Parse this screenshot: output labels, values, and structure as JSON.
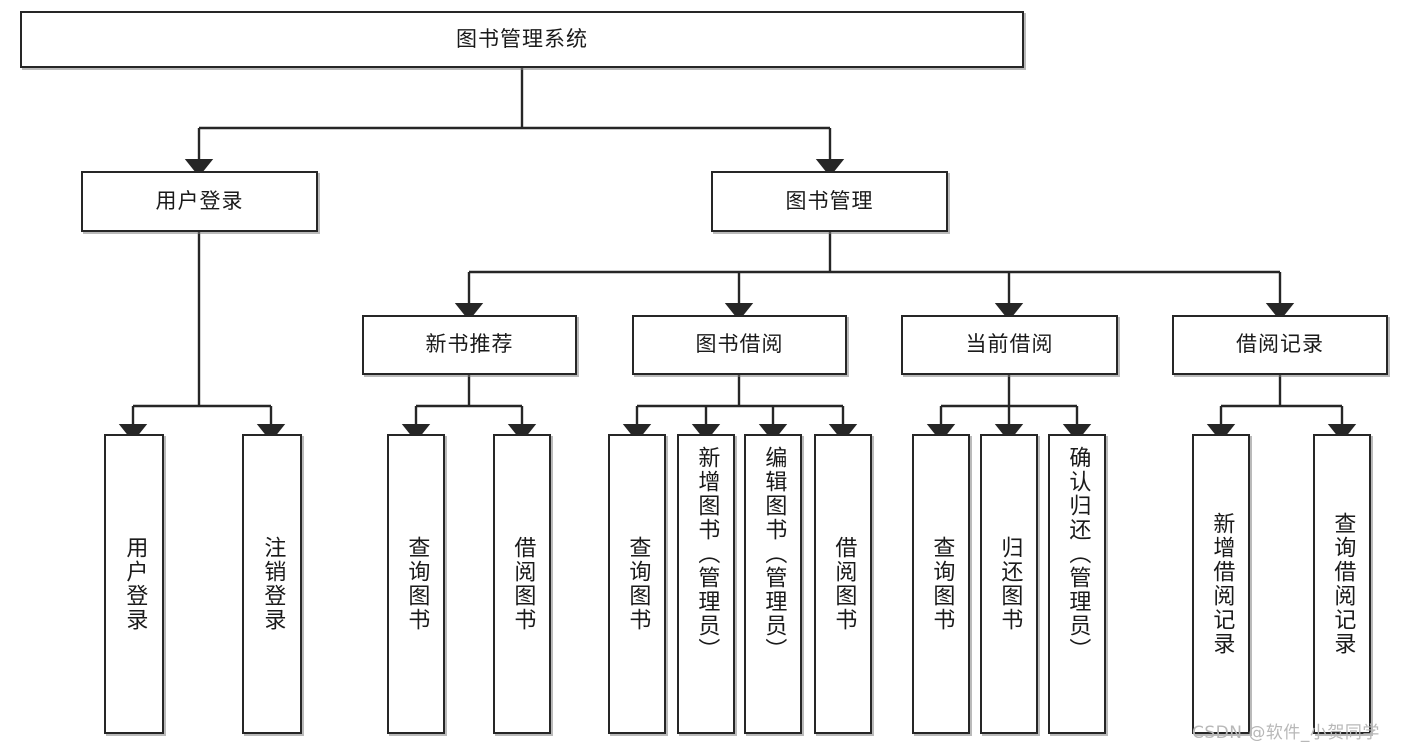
{
  "diagram": {
    "title": "图书管理系统",
    "type": "tree-hierarchy-chart",
    "colors": {
      "box_border": "#262626",
      "box_fill": "#ffffff",
      "edge": "#262626",
      "shadow": "#828282",
      "watermark": "#b8b8b8",
      "background": "#ffffff"
    },
    "levels": {
      "root": {
        "label": "图书管理系统"
      },
      "level2": [
        {
          "id": "user-login",
          "label": "用户登录"
        },
        {
          "id": "book-manage",
          "label": "图书管理"
        }
      ],
      "level3": [
        {
          "id": "new-book-recommend",
          "label": "新书推荐"
        },
        {
          "id": "book-borrow",
          "label": "图书借阅"
        },
        {
          "id": "current-borrow",
          "label": "当前借阅"
        },
        {
          "id": "borrow-record",
          "label": "借阅记录"
        }
      ],
      "leaves": {
        "user-login": [
          {
            "id": "leaf-user-login",
            "label": "用户登录"
          },
          {
            "id": "leaf-logout-login",
            "label": "注销登录"
          }
        ],
        "new-book-recommend": [
          {
            "id": "leaf-query-book-1",
            "label": "查询图书"
          },
          {
            "id": "leaf-borrow-book-1",
            "label": "借阅图书"
          }
        ],
        "book-borrow": [
          {
            "id": "leaf-query-book-2",
            "label": "查询图书"
          },
          {
            "id": "leaf-add-book",
            "label": "新增图书（管理员）"
          },
          {
            "id": "leaf-edit-book",
            "label": "编辑图书（管理员）"
          },
          {
            "id": "leaf-borrow-book-2",
            "label": "借阅图书"
          }
        ],
        "current-borrow": [
          {
            "id": "leaf-query-book-3",
            "label": "查询图书"
          },
          {
            "id": "leaf-return-book",
            "label": "归还图书"
          },
          {
            "id": "leaf-confirm-return",
            "label": "确认归还（管理员）"
          }
        ],
        "borrow-record": [
          {
            "id": "leaf-add-record",
            "label": "新增借阅记录"
          },
          {
            "id": "leaf-query-record",
            "label": "查询借阅记录"
          }
        ]
      }
    }
  },
  "watermark": {
    "text": "CSDN @软件_小贺同学"
  }
}
